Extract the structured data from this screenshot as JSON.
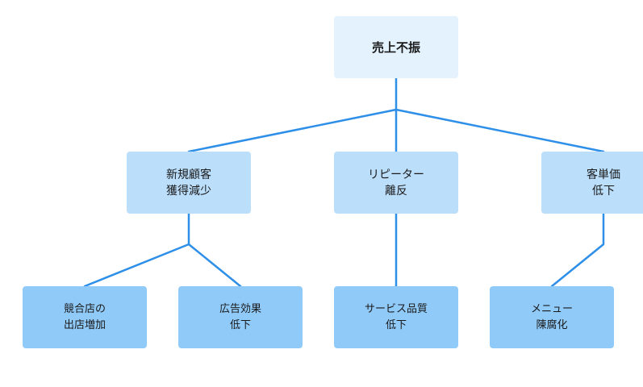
{
  "colors": {
    "root_fill": "#e3f2fd",
    "level1_fill": "#bbdefb",
    "level2_fill": "#90caf9",
    "connector": "#2e8fe8"
  },
  "tree": {
    "root": {
      "lines": [
        "売上不振"
      ]
    },
    "branches": [
      {
        "lines": [
          "新規顧客",
          "獲得減少"
        ],
        "children": [
          {
            "lines": [
              "競合店の",
              "出店増加"
            ]
          },
          {
            "lines": [
              "広告効果",
              "低下"
            ]
          }
        ]
      },
      {
        "lines": [
          "リピーター",
          "離反"
        ],
        "children": [
          {
            "lines": [
              "サービス品質",
              "低下"
            ]
          }
        ]
      },
      {
        "lines": [
          "客単価",
          "低下"
        ],
        "children": [
          {
            "lines": [
              "メニュー",
              "陳腐化"
            ]
          }
        ]
      }
    ]
  }
}
